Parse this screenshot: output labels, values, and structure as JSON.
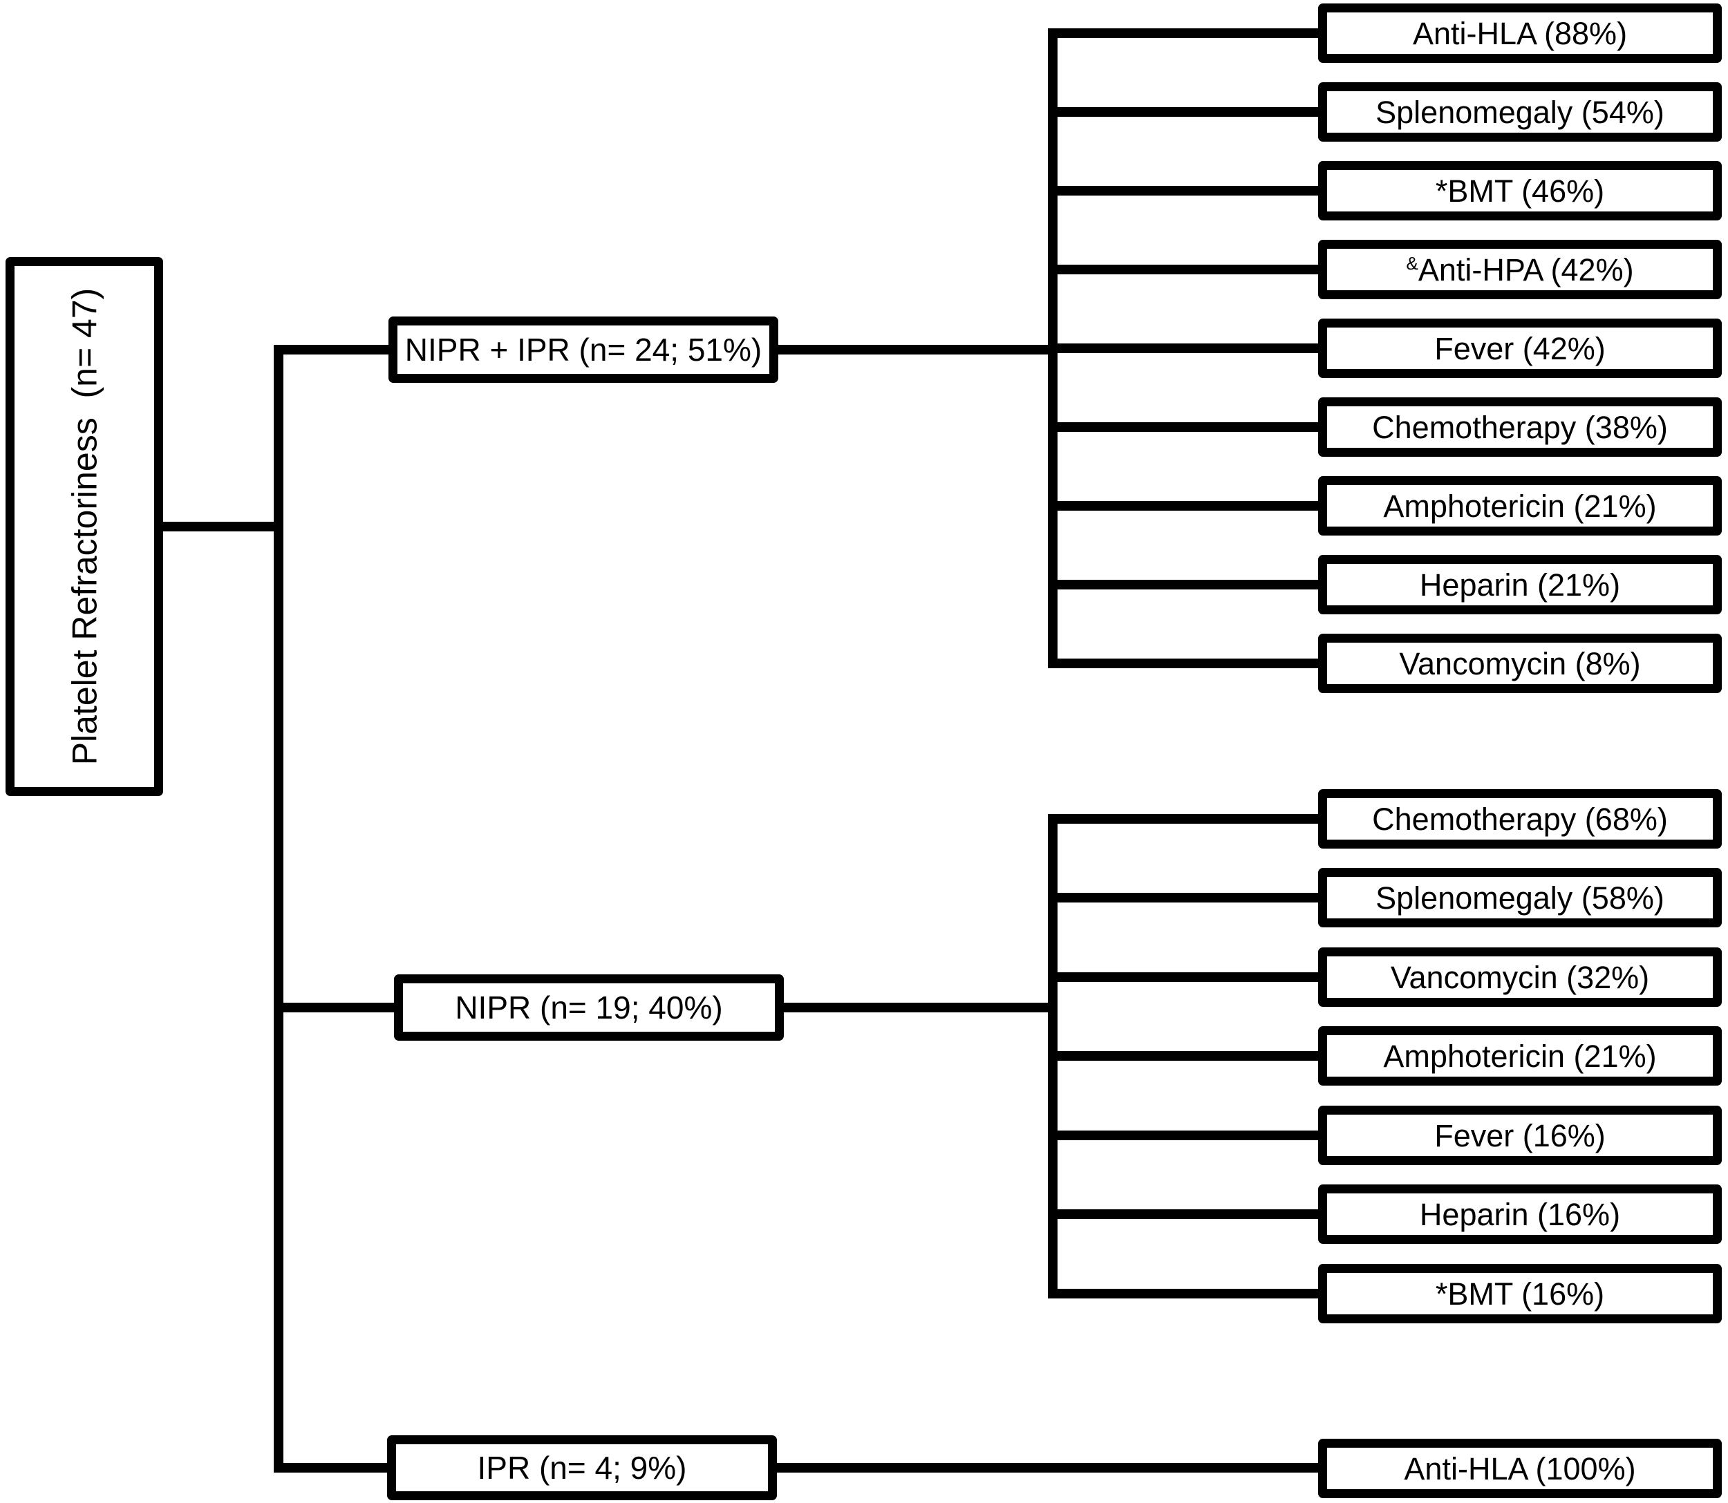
{
  "figure": {
    "background_color": "#ffffff",
    "line_color": "#000000",
    "text_color": "#000000"
  },
  "root": {
    "label": "Platelet Refractoriness  (n= 47)"
  },
  "branches": [
    {
      "label": "NIPR + IPR (n= 24; 51%)",
      "leaves": [
        {
          "text": "Anti-HLA (88%)"
        },
        {
          "text": "Splenomegaly (54%)"
        },
        {
          "text": "*BMT (46%)"
        },
        {
          "sup": "&",
          "text": "Anti-HPA (42%)"
        },
        {
          "text": "Fever (42%)"
        },
        {
          "text": "Chemotherapy (38%)"
        },
        {
          "text": "Amphotericin (21%)"
        },
        {
          "text": "Heparin (21%)"
        },
        {
          "text": "Vancomycin (8%)"
        }
      ]
    },
    {
      "label": "NIPR (n= 19; 40%)",
      "leaves": [
        {
          "text": "Chemotherapy (68%)"
        },
        {
          "text": "Splenomegaly (58%)"
        },
        {
          "text": "Vancomycin (32%)"
        },
        {
          "text": "Amphotericin (21%)"
        },
        {
          "text": "Fever (16%)"
        },
        {
          "text": "Heparin (16%)"
        },
        {
          "text": "*BMT (16%)"
        }
      ]
    },
    {
      "label": "IPR (n= 4; 9%)",
      "leaves": [
        {
          "text": "Anti-HLA (100%)"
        }
      ]
    }
  ]
}
